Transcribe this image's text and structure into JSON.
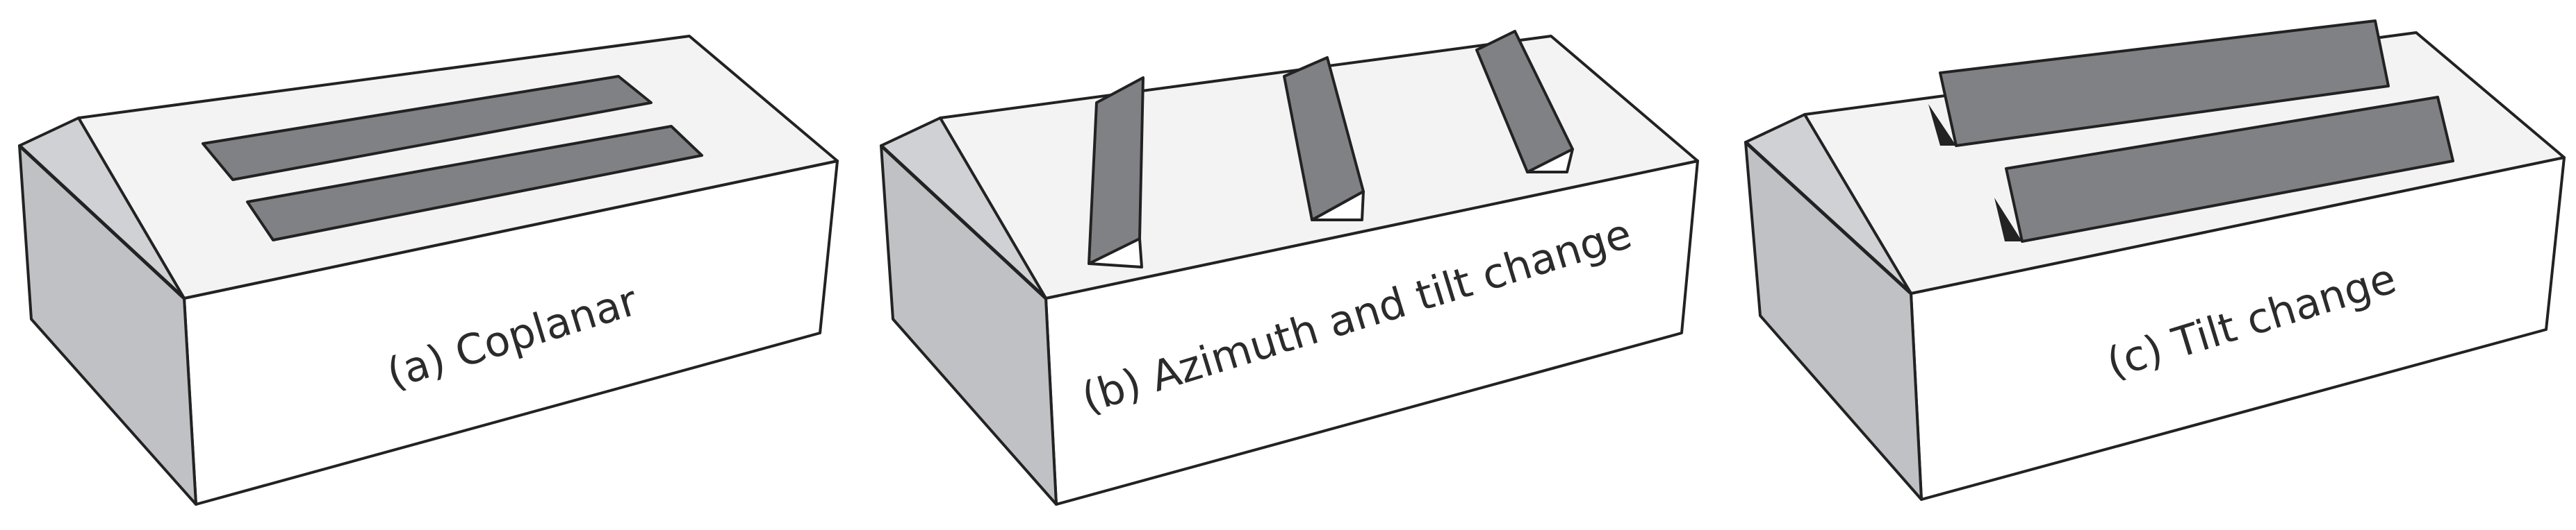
{
  "colors": {
    "background": "#ffffff",
    "outline": "#222222",
    "roof_top": "#f3f3f3",
    "side_wall": "#c0c1c4",
    "front_wall": "#ffffff",
    "pv_panel": "#808184",
    "panel_shadow": "#232323"
  },
  "panels": [
    {
      "label": "(a) Coplanar"
    },
    {
      "label": "(b) Azimuth and tilt change"
    },
    {
      "label": "(c) Tilt change"
    }
  ]
}
